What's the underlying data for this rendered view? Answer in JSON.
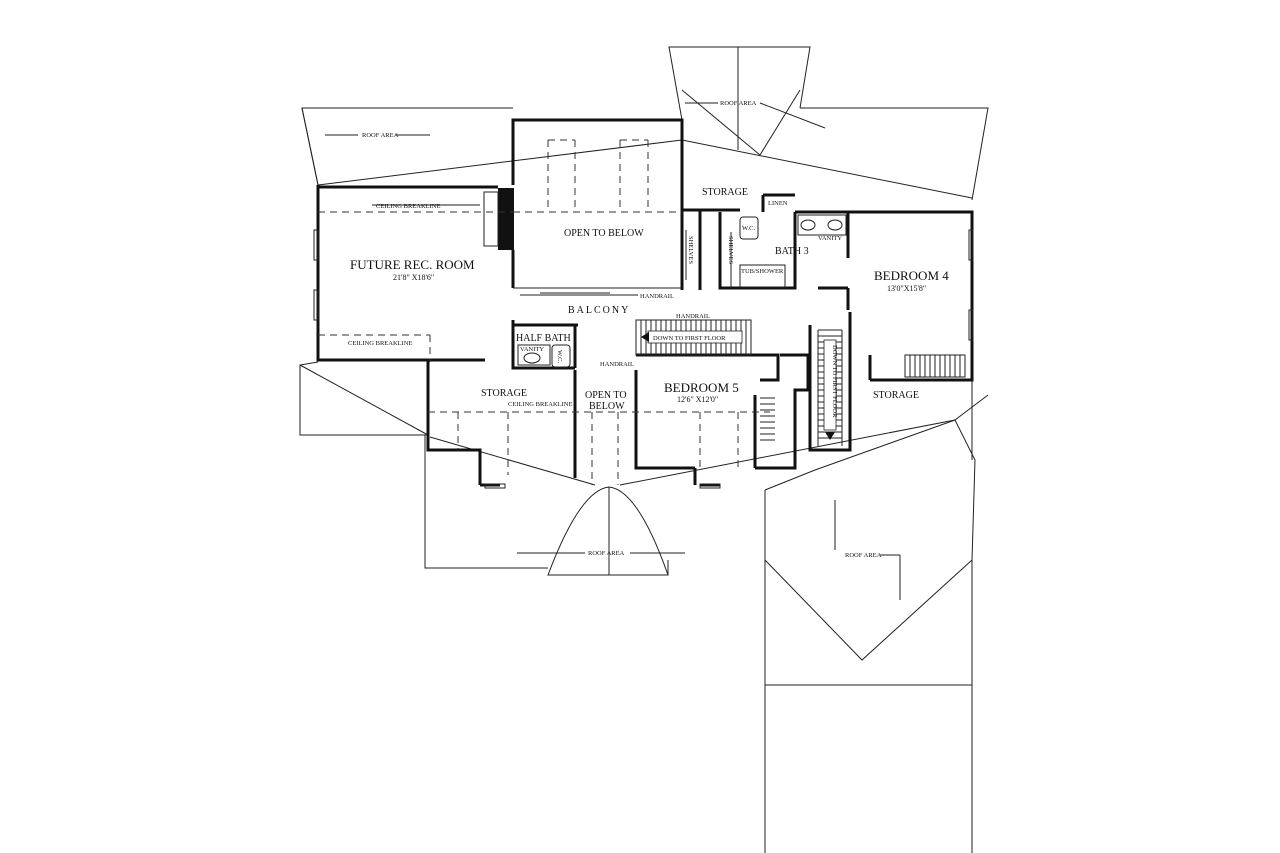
{
  "rooms": {
    "future_rec_room": {
      "name": "FUTURE REC. ROOM",
      "dims": "21'8\" X18'6\""
    },
    "bedroom_4": {
      "name": "BEDROOM 4",
      "dims": "13'0\"X15'8\""
    },
    "bedroom_5": {
      "name": "BEDROOM 5",
      "dims": "12'6\" X12'0\""
    },
    "bath_3": "BATH 3",
    "half_bath": "HALF BATH",
    "open_to_below_main": "OPEN TO BELOW",
    "open_to_below_small": [
      "OPEN TO",
      "BELOW"
    ],
    "balcony": "BALCONY",
    "storage_top": "STORAGE",
    "storage_left": "STORAGE",
    "storage_right": "STORAGE"
  },
  "fixtures": {
    "linen": "LINEN",
    "wc_bath3": "W.C.",
    "wc_half_bath": "W.C.",
    "vanity_bath3": "VANITY",
    "vanity_half_bath": "VANITY",
    "tub_shower": "TUB/SHOWER",
    "shelves_left": "SHELVES",
    "shelves_right": "SHELVES"
  },
  "annotations": {
    "roof_area_top_left": "ROOF AREA",
    "roof_area_top": "ROOF AREA",
    "roof_area_bottom": "ROOF AREA",
    "roof_area_bottom_right": "ROOF AREA",
    "ceiling_breakline_top": "CEILING BREAKLINE",
    "ceiling_breakline_left": "CEILING BREAKLINE",
    "ceiling_breakline_storage": "CEILING BREAKLINE",
    "handrail_balcony": "HANDRAIL",
    "handrail_stair": "HANDRAIL",
    "handrail_open": "HANDRAIL",
    "down_to_first_floor_h": "DOWN TO FIRST FLOOR",
    "down_to_first_floor_v": "DOWN TO FIRST FLOOR"
  }
}
